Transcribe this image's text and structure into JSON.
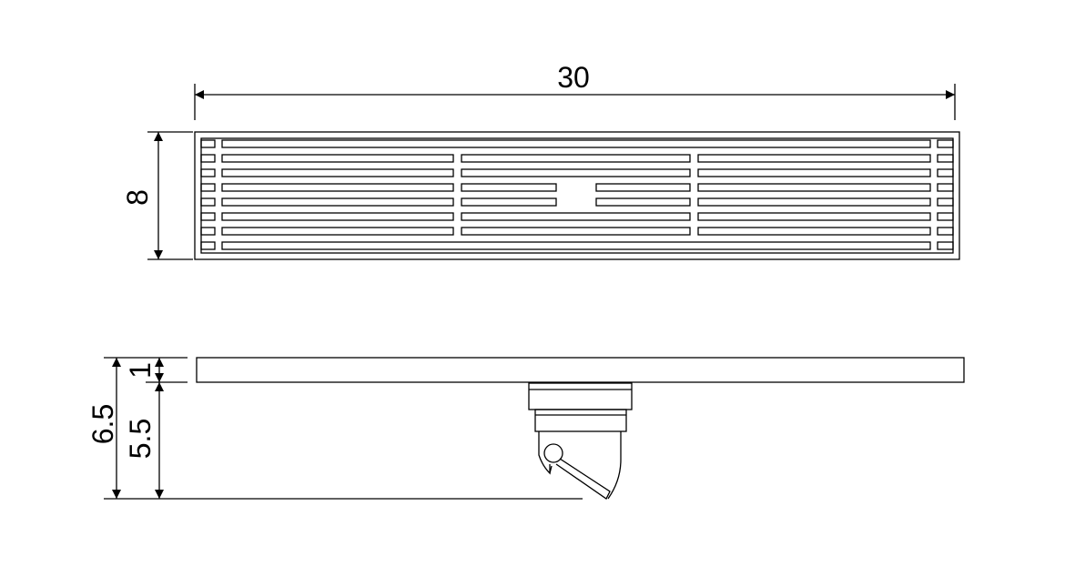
{
  "dimensions": {
    "width": "30",
    "height": "8",
    "grate_thickness": "1",
    "total_depth": "6.5",
    "body_depth": "5.5"
  },
  "colors": {
    "line": "#000000",
    "background": "#ffffff"
  }
}
